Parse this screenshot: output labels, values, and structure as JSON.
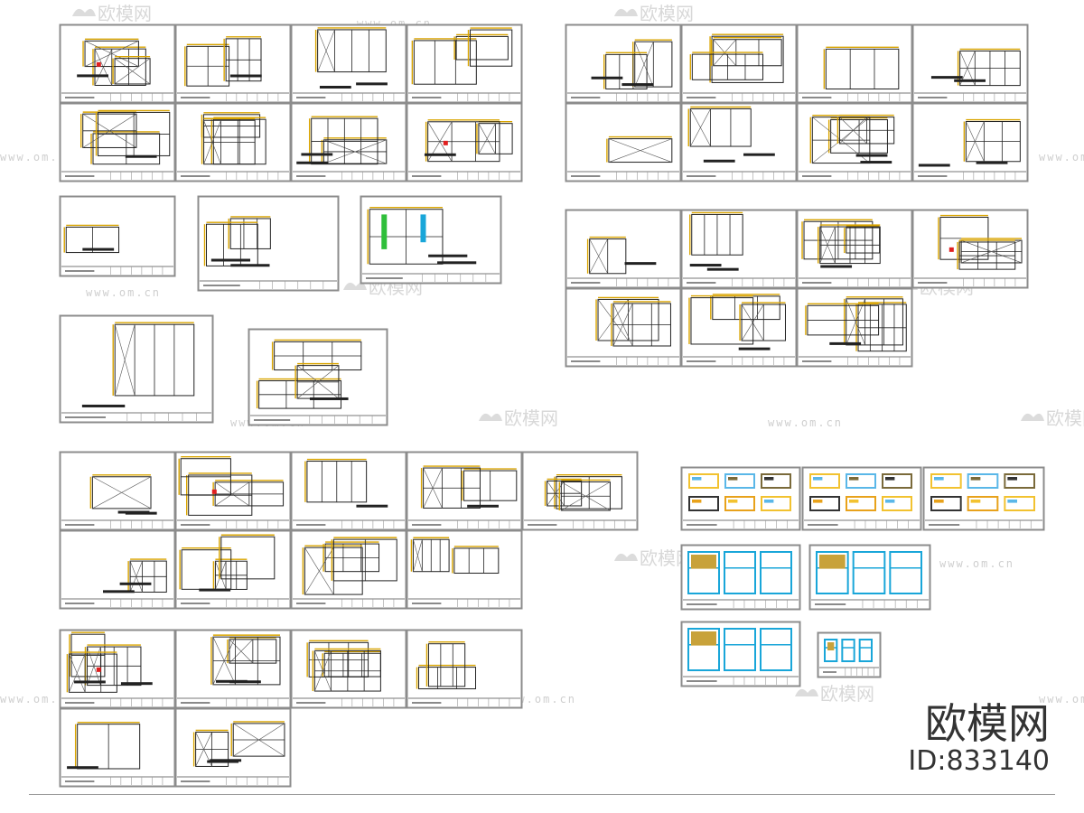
{
  "watermark": {
    "logo_text": "欧模网",
    "url_text": "www.om.cn"
  },
  "brand": {
    "name": "欧模网",
    "id": "ID:833140"
  },
  "colors": {
    "sheet_border": "#8c8c8c",
    "sheet_bg": "#ffffff",
    "cad_yellow": "#d9a400",
    "cad_black": "#222222",
    "cad_red": "#e02020",
    "cad_cyan": "#19a6d9",
    "cad_green": "#2fbf3a"
  }
}
